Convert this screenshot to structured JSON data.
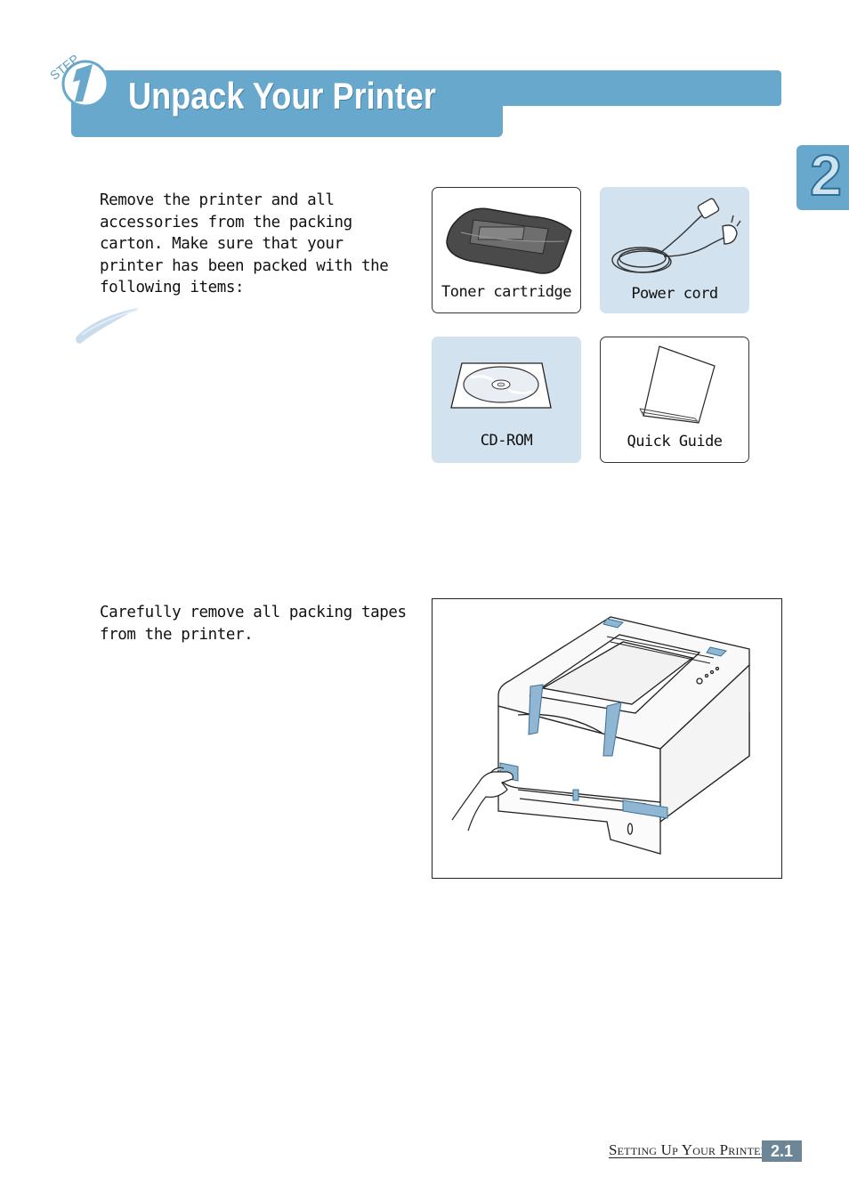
{
  "header": {
    "step_label": "STEP",
    "step_number": "1",
    "title": "Unpack Your Printer"
  },
  "chapter_tab": {
    "number": "2"
  },
  "section1": {
    "text": "Remove the printer and all accessories from the packing carton. Make sure that your printer has been packed with the following items:"
  },
  "items": [
    {
      "label": "Toner cartridge",
      "icon": "toner-cartridge-icon"
    },
    {
      "label": "Power cord",
      "icon": "power-cord-icon"
    },
    {
      "label": "CD-ROM",
      "icon": "cd-rom-icon"
    },
    {
      "label": "Quick Guide",
      "icon": "quick-guide-icon"
    }
  ],
  "section2": {
    "text": "Carefully remove all packing tapes from the printer."
  },
  "footer": {
    "section_title": "Setting Up Your Printer",
    "page_number": "2.1"
  },
  "colors": {
    "banner": "#67a8cc",
    "card_blue": "#d3e2ef",
    "tape": "#8fb6d3",
    "page_badge": "#6d8697"
  }
}
